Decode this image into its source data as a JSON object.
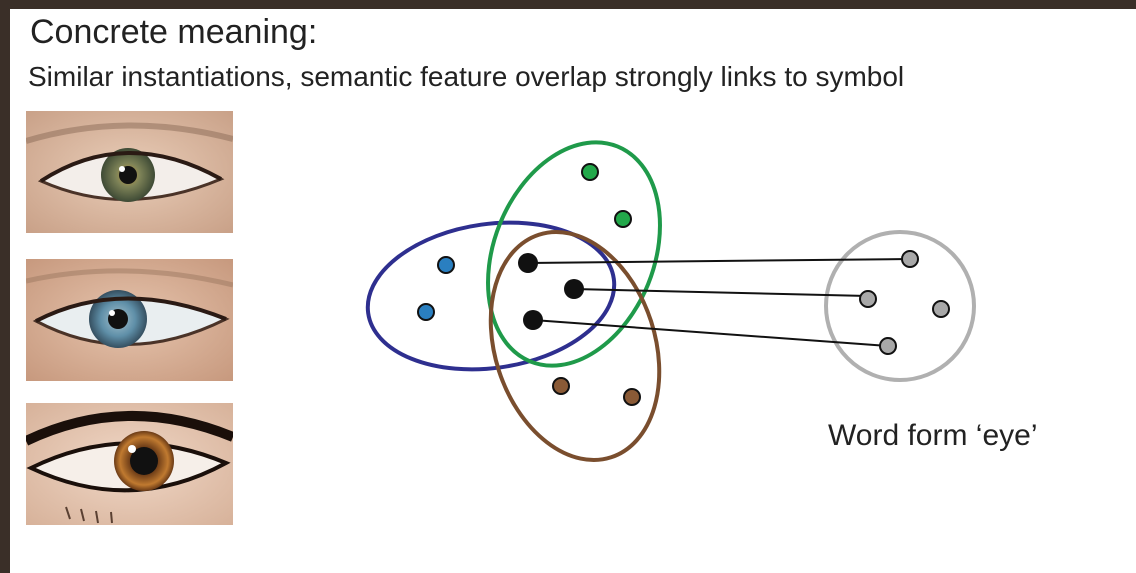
{
  "slide": {
    "title": "Concrete meaning:",
    "subtitle": "Similar instantiations, semantic feature overlap strongly links to symbol"
  },
  "photos": [
    {
      "name": "green-eye-photo",
      "iris_color": "#6f7a55"
    },
    {
      "name": "blue-eye-photo",
      "iris_color": "#5f8fa8"
    },
    {
      "name": "brown-eye-photo",
      "iris_color": "#b07028"
    }
  ],
  "diagram": {
    "caption": "Word form ‘eye’",
    "colors": {
      "blue_set": "#2e2f8f",
      "green_set": "#1f9a4a",
      "brown_set": "#7a4e2e",
      "word_form": "#b0b0b0",
      "black_node": "#111111",
      "blue_node": "#2a7fc0",
      "green_node": "#22a84a",
      "brown_node": "#8a5a36",
      "grey_node": "#a8a8a8",
      "link": "#111111"
    }
  }
}
